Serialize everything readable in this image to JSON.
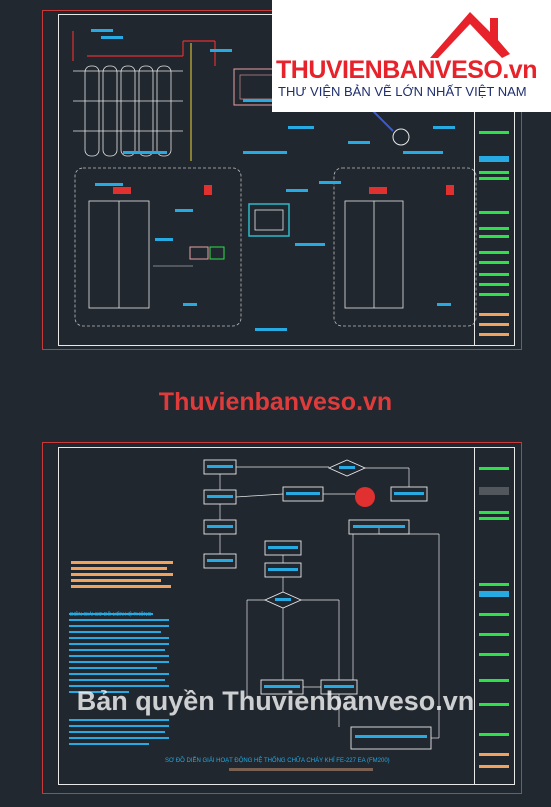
{
  "logo": {
    "brand": "THUVIENBANVESO.vn",
    "tagline": "THƯ VIỆN BẢN VẼ LỚN NHẤT VIỆT NAM",
    "house_color": "#e8222a"
  },
  "watermark": {
    "site_label": "Thuvienbanveso.vn",
    "copyright": "Bản quyền  Thuvienbanveso.vn"
  },
  "drawings": {
    "sheet2_title": "SƠ ĐỒ DIỄN GIẢI HOẠT ĐỘNG HỆ THỐNG CHỮA CHÁY KHÍ FE-227 EA (FM200)",
    "sheet2_heading": "DIỄN GIẢI SƠ ĐỒ LIÊN HỆ THỐNG"
  },
  "colors": {
    "background": "#212830",
    "sheet_border": "#c83a3a",
    "cyan_note": "#27a9e1",
    "green_note": "#2ee04a",
    "orange_note": "#f0a35e",
    "red_symbol": "#e03030"
  }
}
